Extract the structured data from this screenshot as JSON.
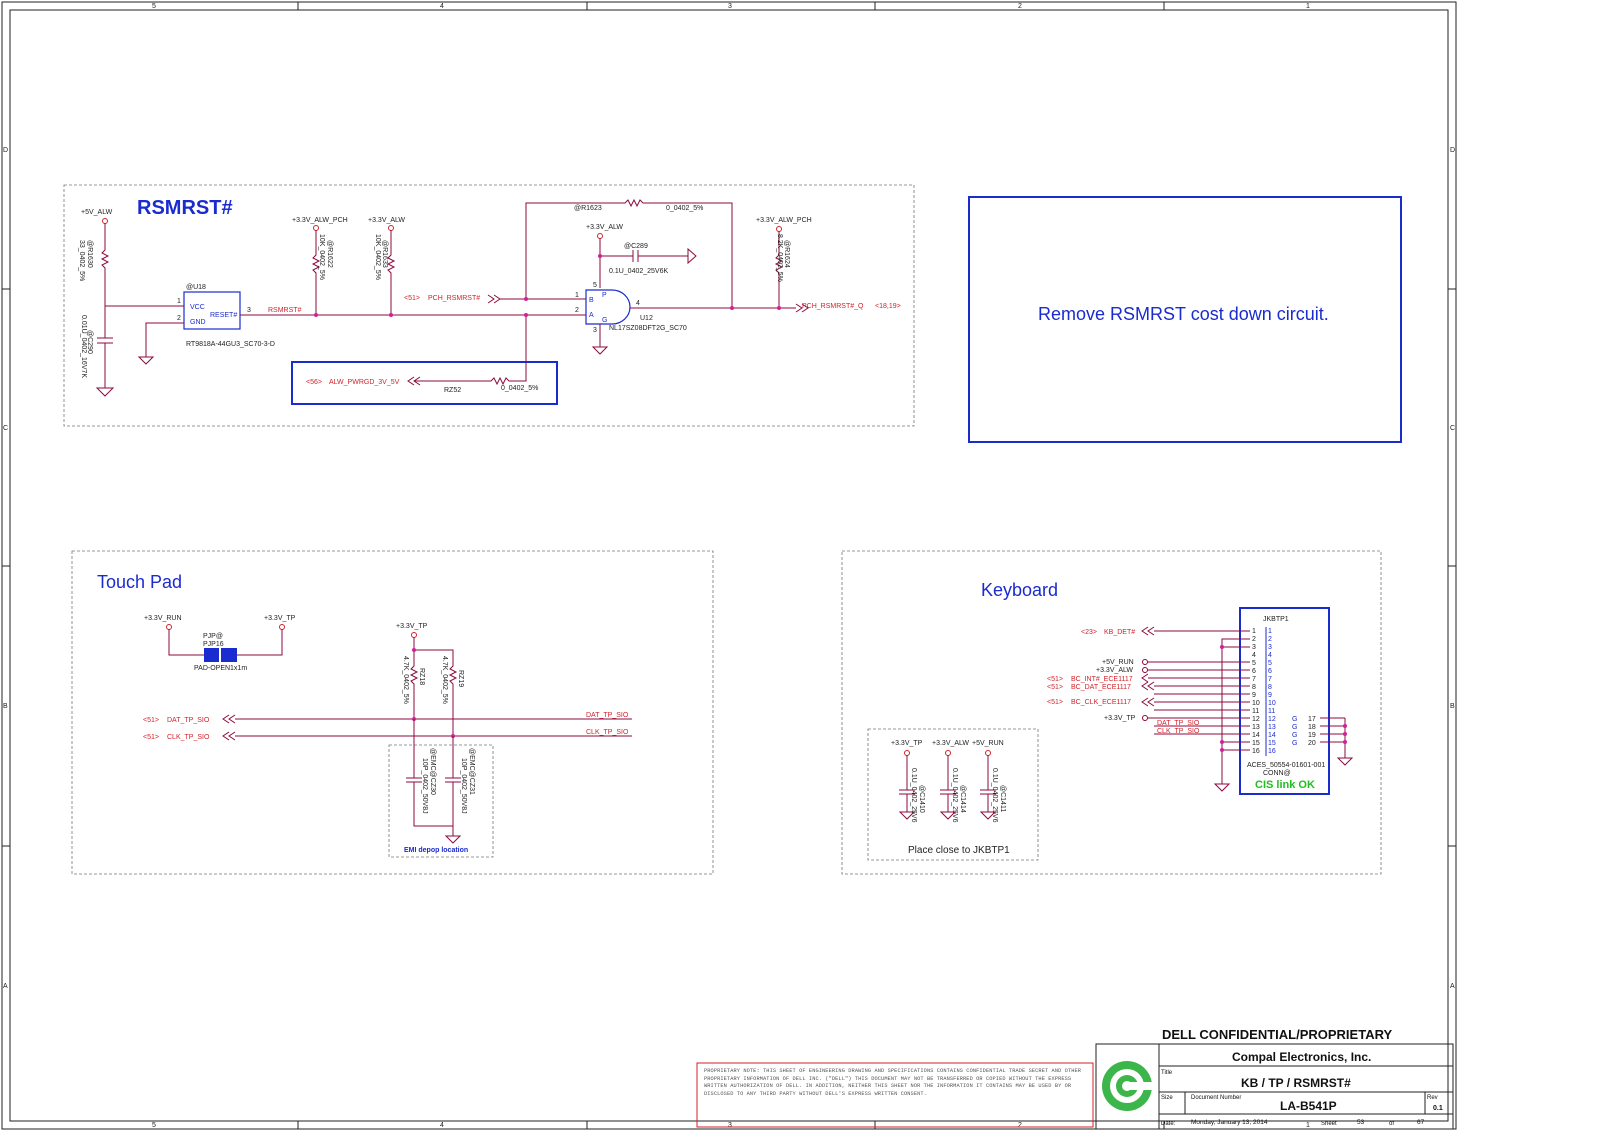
{
  "frame": {
    "cols_top": [
      "5",
      "4",
      "3",
      "2",
      "1"
    ],
    "rows_side": [
      "D",
      "C",
      "B",
      "A"
    ]
  },
  "rsmrst": {
    "title": "RSMRST#",
    "u18_ref": "@U18",
    "u18_part": "RT9818A-44GU3_SC70-3-D",
    "u18_pins": {
      "vcc": "VCC",
      "gnd": "GND",
      "reset": "RESET#",
      "p1": "1",
      "p2": "2",
      "p3": "3"
    },
    "net_5v_alw": "+5V_ALW",
    "r1630": "@R1630",
    "r1630_val": "33_0402_5%",
    "c290": "@C290",
    "c290_val": "0.01U_0402_16V7K",
    "net_33v_alw_pch": "+3.3V_ALW_PCH",
    "r1622": "@R1622",
    "r1622_val": "10K_0402_5%",
    "net_33v_alw": "+3.3V_ALW",
    "r1633": "@R1633",
    "r1633_val": "10K_0402_5%",
    "net_rsmrst": "RSMRST#",
    "pch_rsmrst_ref": "<51>",
    "pch_rsmrst": "PCH_RSMRST#",
    "r1623": "@R1623",
    "r1623_val": "0_0402_5%",
    "net_33v_alw_u12": "+3.3V_ALW",
    "c289": "@C289",
    "c289_val": "0.1U_0402_25V6K",
    "u12_ref": "U12",
    "u12_part": "NL17SZ08DFT2G_SC70",
    "u12_pins": {
      "b": "B",
      "a": "A",
      "p1": "1",
      "p2": "2",
      "p3": "3",
      "p4": "4",
      "p5": "5",
      "p": "P",
      "g": "G"
    },
    "net_33v_alw_pch2": "+3.3V_ALW_PCH",
    "r1624": "@R1624",
    "r1624_val": "8.2K_0402_5%",
    "pch_rsmrst_q": "PCH_RSMRST#_Q",
    "pch_rsmrst_q_ref": "<18,19>",
    "alw_pwrgd_ref": "<56>",
    "alw_pwrgd": "ALW_PWRGD_3V_5V",
    "rz52": "RZ52",
    "rz52_val": "0_0402_5%"
  },
  "note": {
    "text": "Remove RSMRST cost down circuit."
  },
  "touchpad": {
    "title": "Touch Pad",
    "net_33v_run": "+3.3V_RUN",
    "net_33v_tp": "+3.3V_TP",
    "pjp_ref1": "PJP@",
    "pjp_ref2": "PJP16",
    "pjp_part": "PAD-OPEN1x1m",
    "net_33v_tp2": "+3.3V_TP",
    "rz18": "RZ18",
    "rz18_val": "4.7K_0402_5%",
    "rz19": "RZ19",
    "rz19_val": "4.7K_0402_5%",
    "dat_ref": "<51>",
    "dat_name": "DAT_TP_SIO",
    "clk_ref": "<51>",
    "clk_name": "CLK_TP_SIO",
    "dat_out": "DAT_TP_SIO",
    "clk_out": "CLK_TP_SIO",
    "cz30": "@EMC@CZ30",
    "cz30_val": "10P_0402_50V8J",
    "cz31": "@EMC@CZ31",
    "cz31_val": "10P_0402_50V8J",
    "emi_note": "EMI depop location"
  },
  "keyboard": {
    "title": "Keyboard",
    "conn_ref": "JKBTP1",
    "conn_part": "ACES_50554-01601-001",
    "conn_at": "CONN@",
    "kb_det_ref": "<23>",
    "kb_det": "KB_DET#",
    "net_5v_run": "+5V_RUN",
    "net_33v_alw": "+3.3V_ALW",
    "bc_int_ref": "<51>",
    "bc_int": "BC_INT#_ECE1117",
    "bc_dat_ref": "<51>",
    "bc_dat": "BC_DAT_ECE1117",
    "bc_clk_ref": "<51>",
    "bc_clk": "BC_CLK_ECE1117",
    "net_33v_tp": "+3.3V_TP",
    "dat_tp": "DAT_TP_SIO",
    "clk_tp": "CLK_TP_SIO",
    "pins_left": [
      "1",
      "2",
      "3",
      "4",
      "5",
      "6",
      "7",
      "8",
      "9",
      "10",
      "11",
      "12",
      "13",
      "14",
      "15",
      "16"
    ],
    "pins_right": [
      "17",
      "18",
      "19",
      "20"
    ],
    "g": "G",
    "cis_ok": "CIS link OK",
    "cap_nets": [
      "+3.3V_TP",
      "+3.3V_ALW",
      "+5V_RUN"
    ],
    "caps": [
      {
        "ref": "@C1410",
        "val": "0.1U_0402_25V6"
      },
      {
        "ref": "@C1414",
        "val": "0.1U_0402_25V6"
      },
      {
        "ref": "@C1411",
        "val": "0.1U_0402_25V6"
      }
    ],
    "place_note": "Place close to  JKBTP1"
  },
  "titleblock": {
    "confidential": "DELL CONFIDENTIAL/PROPRIETARY",
    "notice": "PROPRIETARY NOTE: THIS SHEET OF ENGINEERING DRAWING AND SPECIFICATIONS CONTAINS CONFIDENTIAL TRADE SECRET AND OTHER PROPRIETARY INFORMATION OF DELL INC. (\"DELL\") THIS DOCUMENT MAY NOT BE TRANSFERRED OR COPIED WITHOUT THE EXPRESS WRITTEN AUTHORIZATION OF DELL. IN ADDITION, NEITHER THIS SHEET NOR THE INFORMATION IT CONTAINS MAY BE USED BY OR DISCLOSED TO ANY THIRD PARTY WITHOUT DELL'S EXPRESS WRITTEN CONSENT.",
    "company": "Compal Electronics, Inc.",
    "title_label": "Title",
    "title": "KB / TP / RSMRST#",
    "size_label": "Size",
    "docnum_label": "Document Number",
    "docnum": "LA-B541P",
    "rev_label": "Rev",
    "rev": "0.1",
    "date_label": "Date:",
    "date": "Monday, January 13, 2014",
    "sheet_label": "Sheet",
    "sheet": "53",
    "of_label": "of",
    "of": "67"
  },
  "colors": {
    "wire": "#8c0a3c",
    "part": "#1a2bd0",
    "net": "#d3222a",
    "ok": "#1fbf1f",
    "logo": "#3cb54a"
  }
}
